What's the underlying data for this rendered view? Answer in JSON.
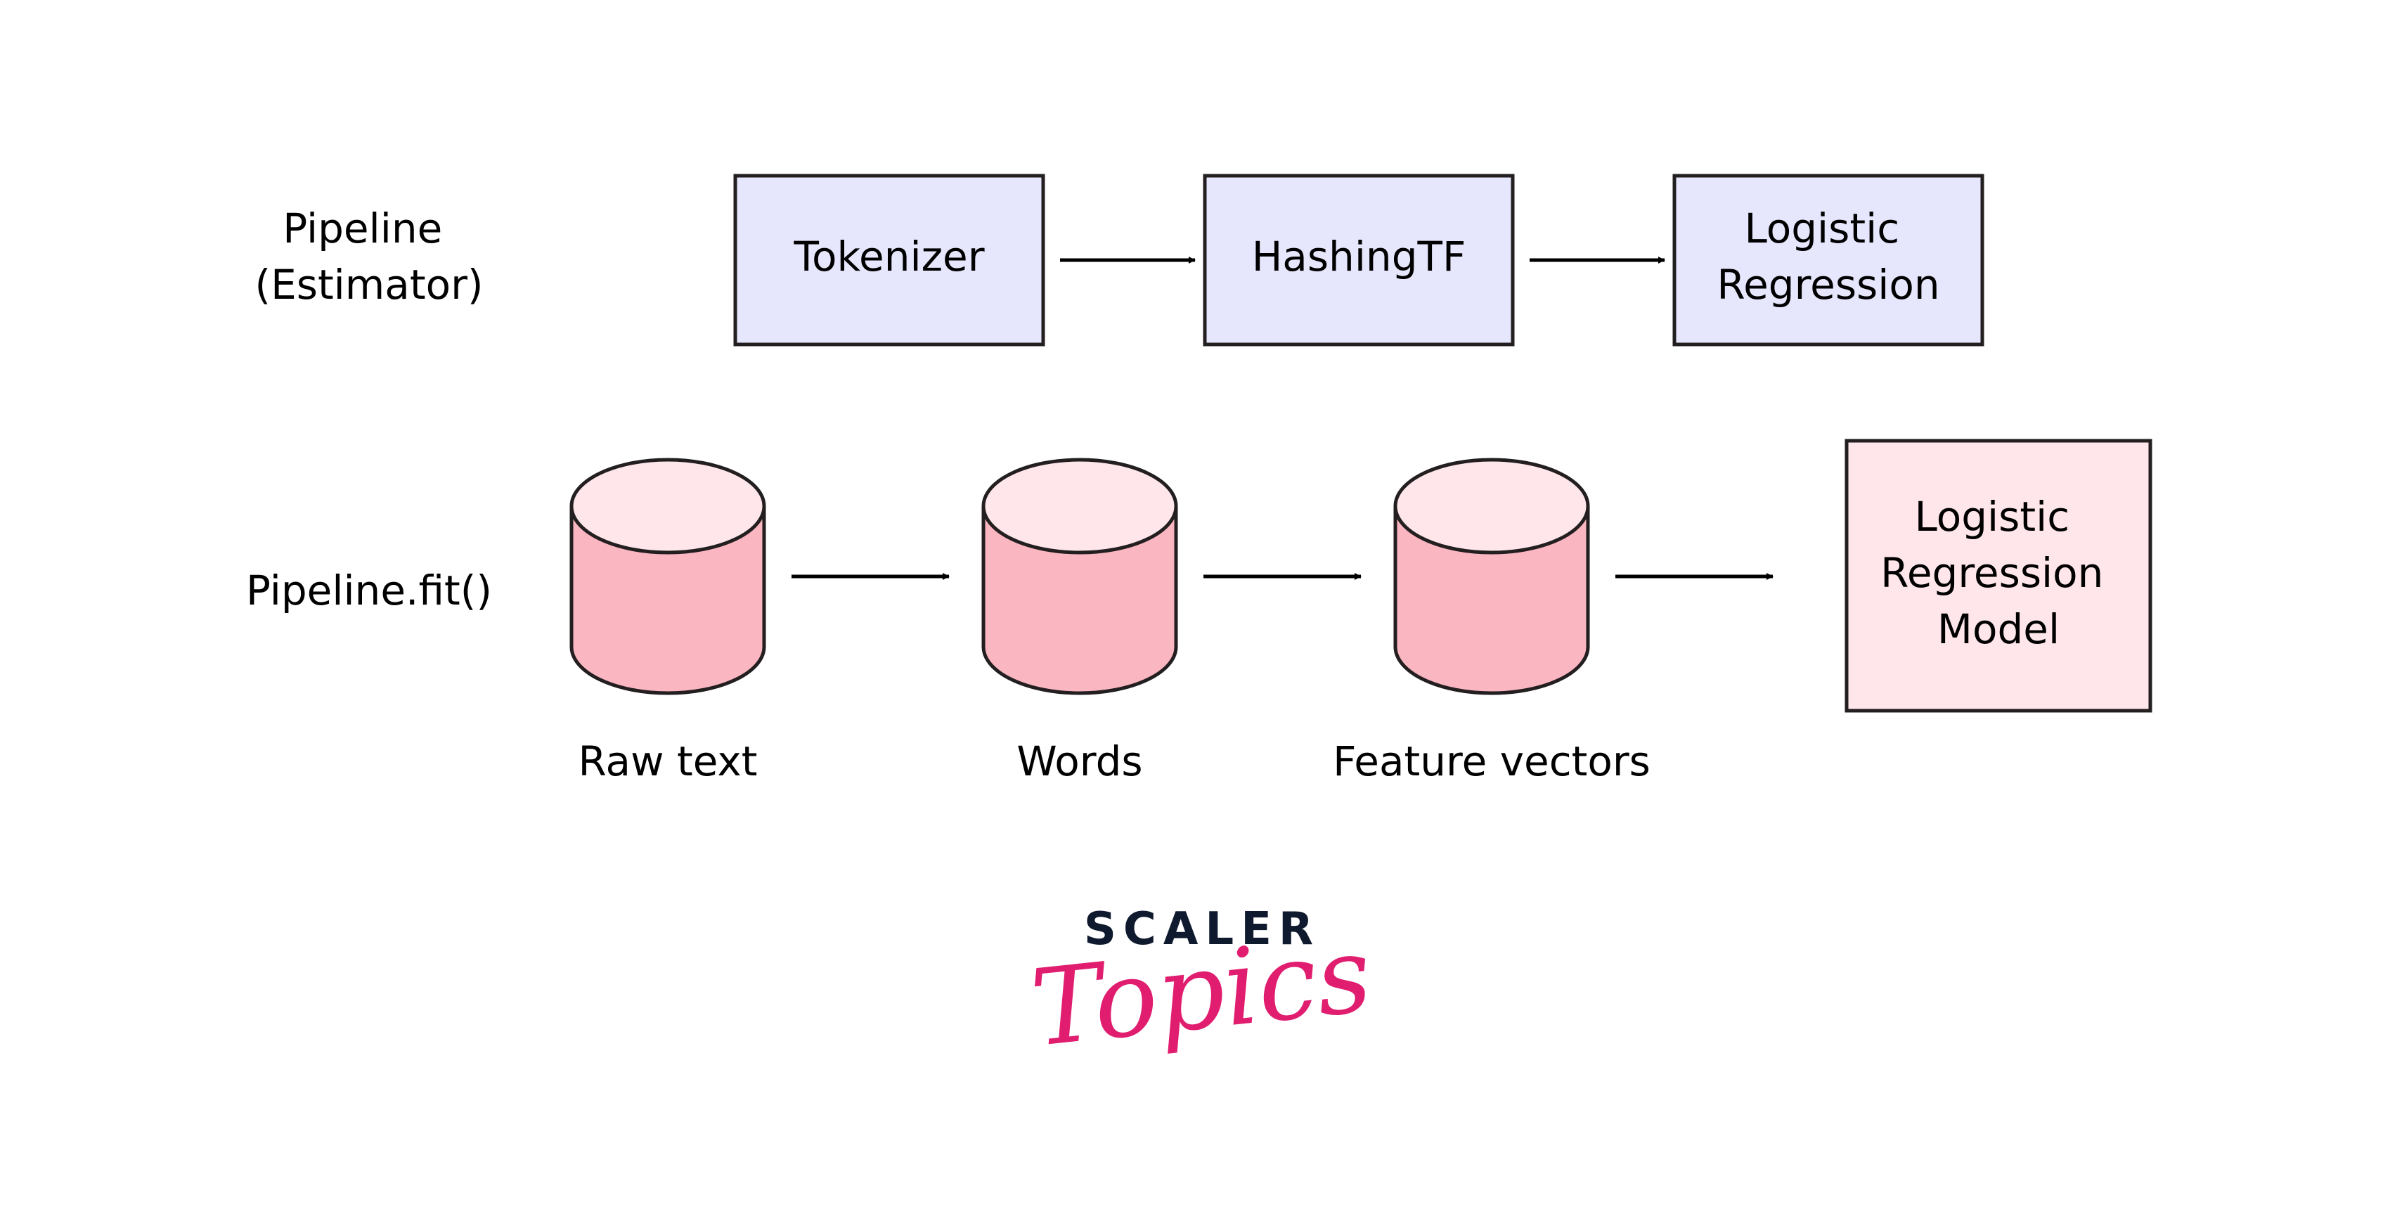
{
  "colors": {
    "estimator_box_fill": "#e6e6fc",
    "cylinder_side_fill": "#fab6c1",
    "cylinder_top_fill": "#fee6ea",
    "model_box_fill": "#fee6ea",
    "stroke": "#231f20",
    "logo_dark": "#0f1a2e",
    "logo_pink": "#e01d6f"
  },
  "rows": {
    "estimator": {
      "label_lines": [
        "Pipeline",
        "(Estimator)"
      ]
    },
    "fit": {
      "label_lines": [
        "Pipeline.fit()"
      ]
    }
  },
  "estimator_stages": [
    {
      "id": "tokenizer",
      "lines": [
        "Tokenizer"
      ]
    },
    {
      "id": "hashingtf",
      "lines": [
        "HashingTF"
      ]
    },
    {
      "id": "logistic-regression",
      "lines": [
        "Logistic",
        "Regression"
      ]
    }
  ],
  "data_stores": [
    {
      "id": "raw-text",
      "label": "Raw text"
    },
    {
      "id": "words",
      "label": "Words"
    },
    {
      "id": "feature-vectors",
      "label": "Feature vectors"
    }
  ],
  "model": {
    "lines": [
      "Logistic",
      "Regression",
      "Model"
    ]
  },
  "edges": [
    {
      "from": "tokenizer",
      "to": "hashingtf"
    },
    {
      "from": "hashingtf",
      "to": "logistic-regression"
    },
    {
      "from": "raw-text",
      "to": "words"
    },
    {
      "from": "words",
      "to": "feature-vectors"
    },
    {
      "from": "feature-vectors",
      "to": "model"
    }
  ],
  "logo": {
    "top": "SCALER",
    "bottom": "Topics"
  }
}
